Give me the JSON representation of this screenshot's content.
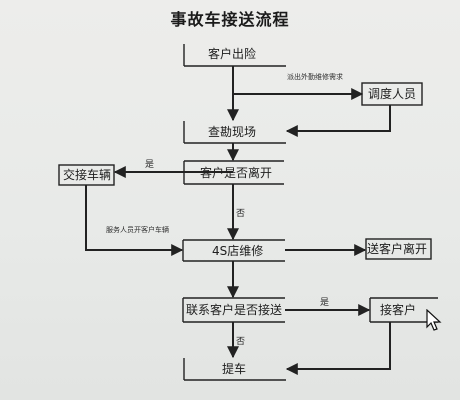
{
  "title": "事故车接送流程",
  "nodes": {
    "customer_incident": "客户出险",
    "dispatcher": "调度人员",
    "survey_scene": "查勘现场",
    "customer_leave_q": "客户是否离开",
    "hand_over_vehicle": "交接车辆",
    "shop_repair": "4S店维修",
    "send_customer_away": "送客户离开",
    "contact_pickup_q": "联系客户是否接送",
    "pickup_customer": "接客户",
    "pick_up_car": "提车"
  },
  "notes": {
    "dispatch_request": "派出外勤维修需求",
    "service_handover": "服务人员开客户车辆"
  },
  "edge_labels": {
    "yes_1": "是",
    "no_1": "否",
    "yes_2": "是",
    "no_2": "否"
  },
  "colors": {
    "line": "#222222",
    "text": "#202020"
  },
  "icons": {
    "cursor": "mouse-pointer-icon"
  }
}
